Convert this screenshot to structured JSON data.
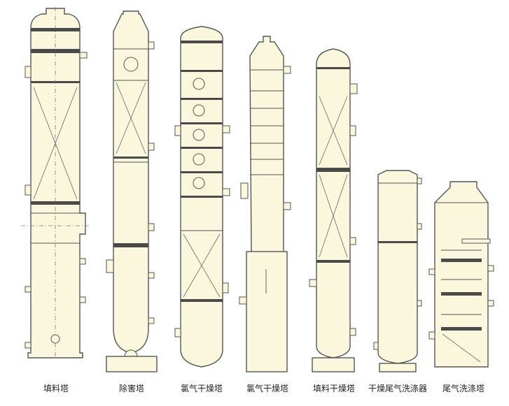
{
  "towers": [
    {
      "id": "packed-tower",
      "label": "填料塔"
    },
    {
      "id": "harmful-removal-tower",
      "label": "除害塔"
    },
    {
      "id": "chlorine-drying-tower-a",
      "label": "氯气干燥塔"
    },
    {
      "id": "chlorine-drying-tower-b",
      "label": "氯气干燥塔"
    },
    {
      "id": "packed-drying-tower",
      "label": "填料干燥塔"
    },
    {
      "id": "dry-tail-gas-scrubber",
      "label": "干燥尾气洗涤器"
    },
    {
      "id": "tail-gas-scrubbing-tower",
      "label": "尾气洗涤塔"
    }
  ],
  "colors": {
    "body_fill": "#fbf7dc",
    "outline": "#555555",
    "packing": "#4a4a4a",
    "label_text": "#222222"
  }
}
